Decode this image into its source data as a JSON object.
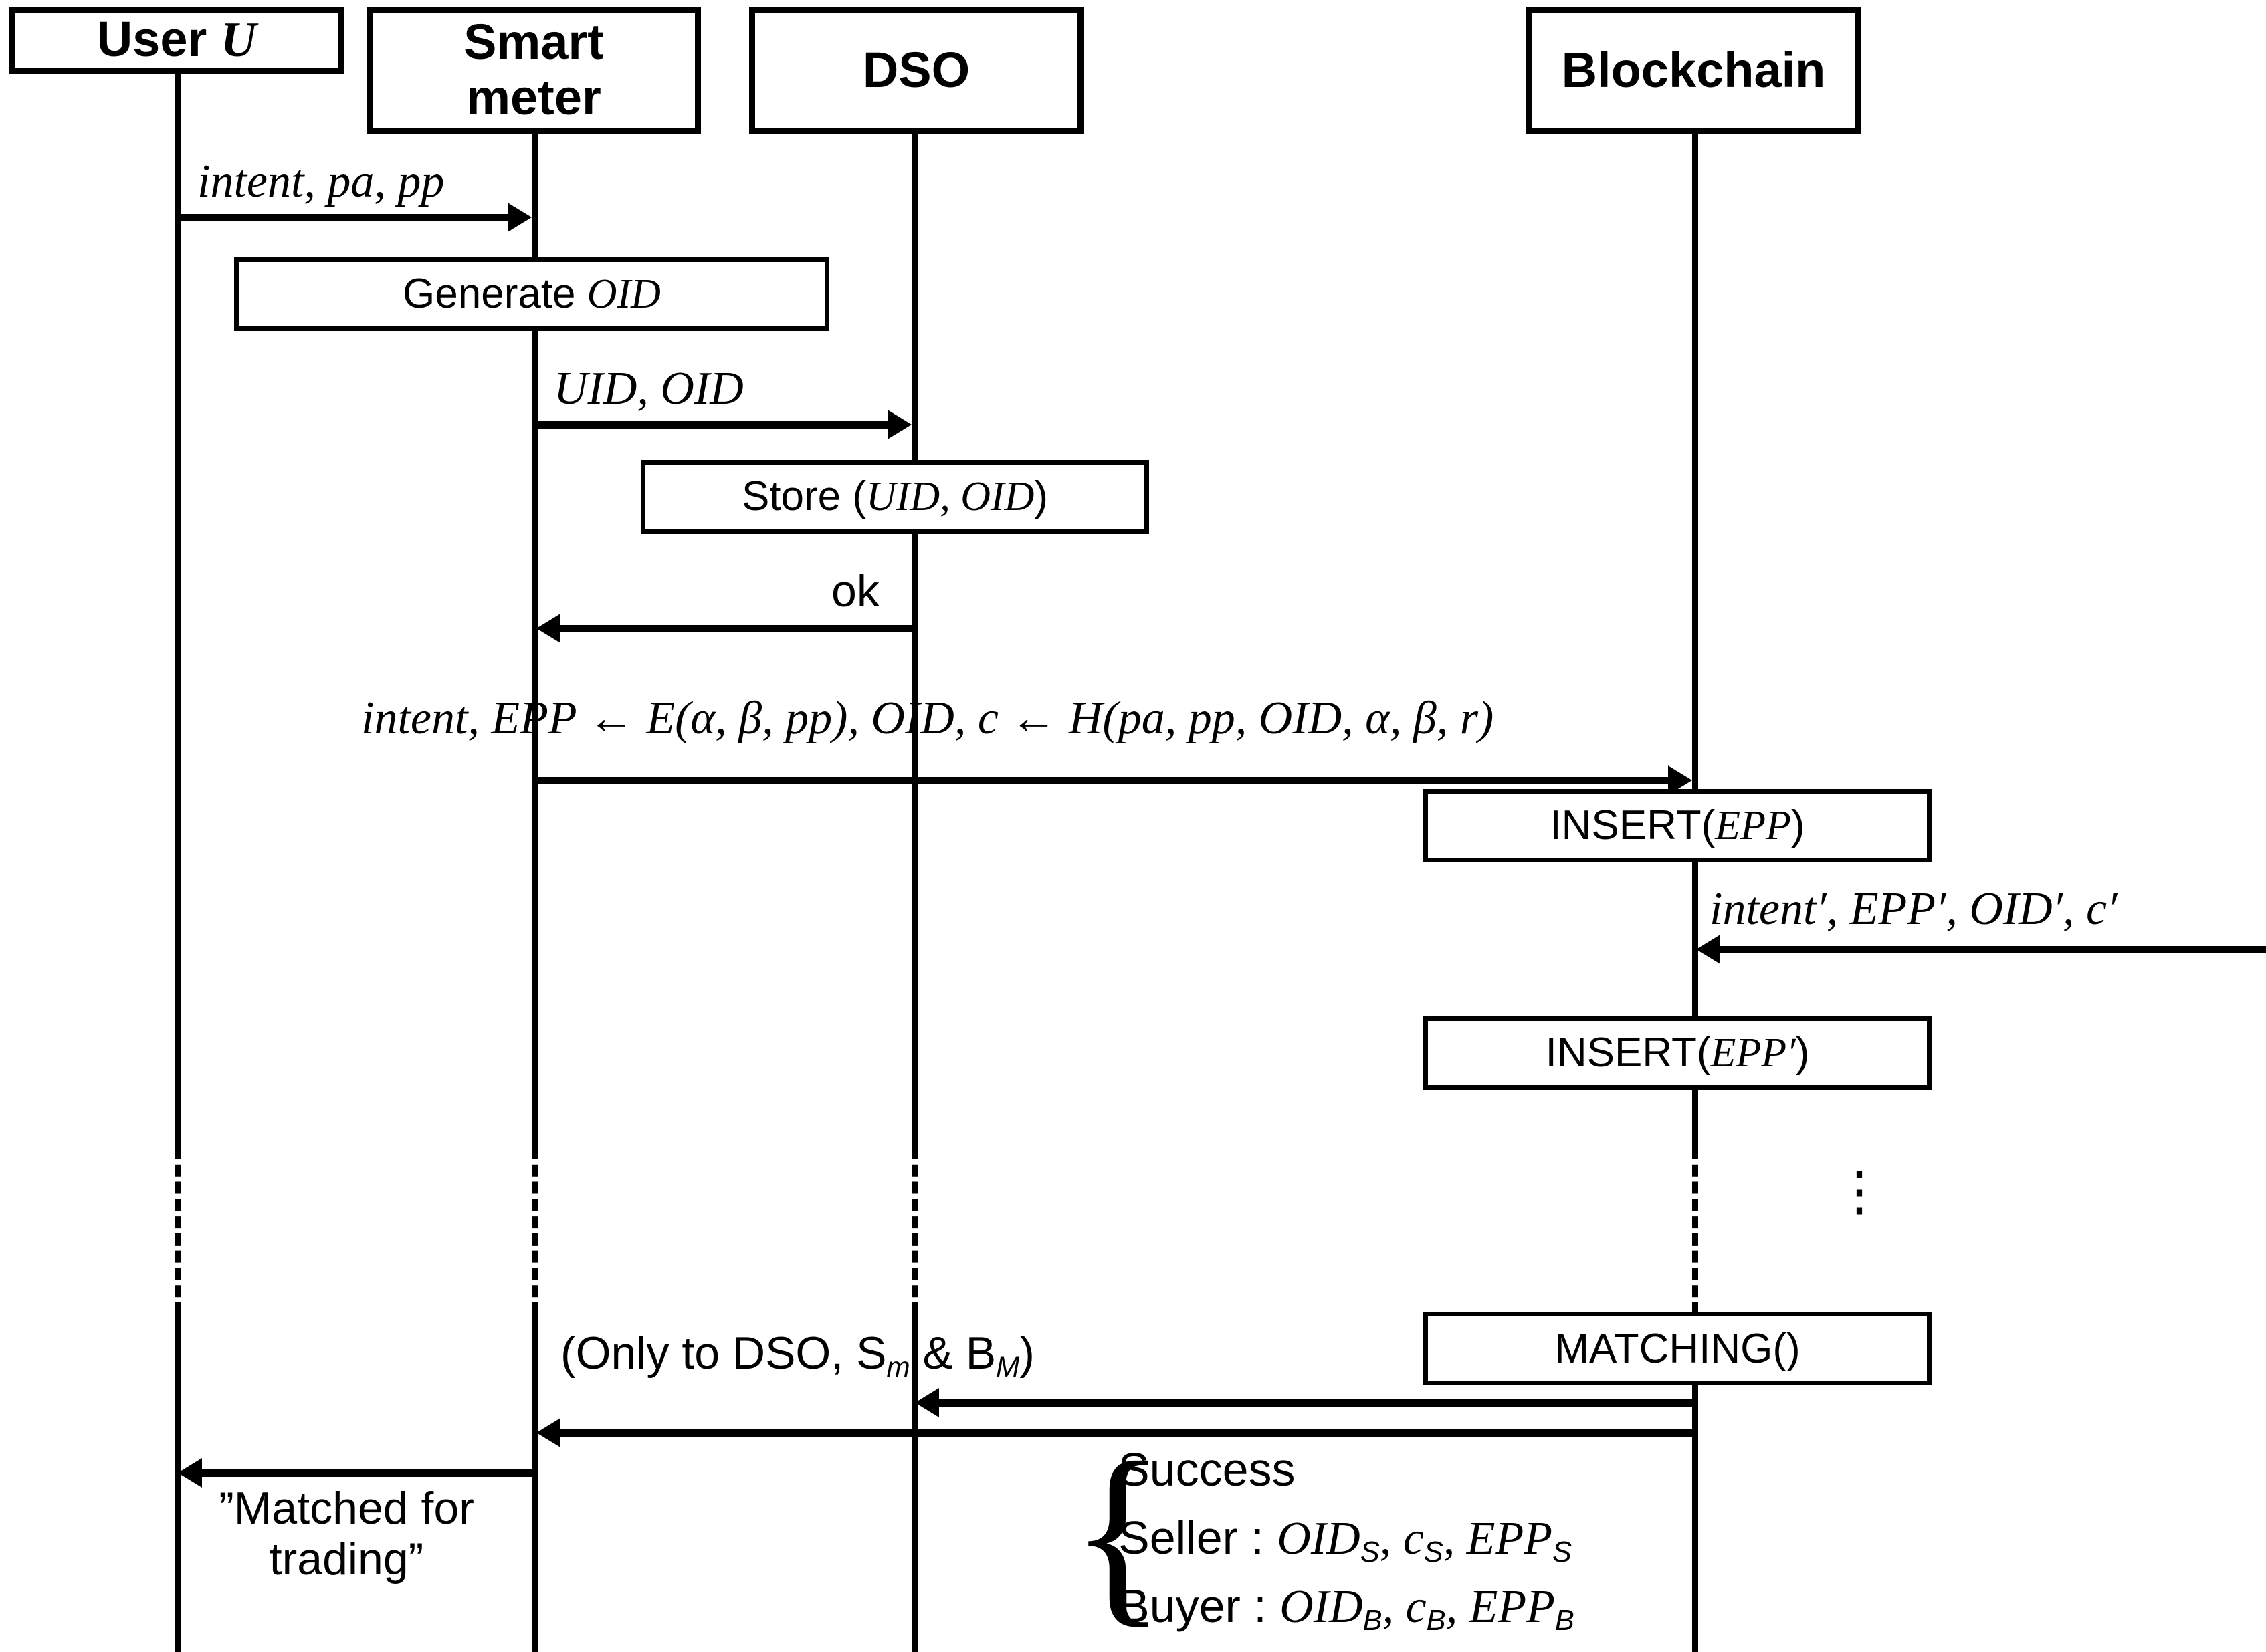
{
  "diagram": {
    "title": "Energy trading sequence diagram",
    "ink_color": "#000000",
    "background": "#ffffff"
  },
  "participants": [
    {
      "id": "user",
      "name": "User U",
      "label_plain": "User ",
      "label_italic": "U"
    },
    {
      "id": "smart_meter",
      "name": "Smart meter",
      "line1": "Smart",
      "line2": "meter"
    },
    {
      "id": "dso",
      "name": "DSO",
      "label_plain": "DSO"
    },
    {
      "id": "blockchain",
      "name": "Blockchain",
      "label_plain": "Blockchain"
    }
  ],
  "messages": [
    {
      "id": "m1",
      "from": "user",
      "to": "smart_meter",
      "label": "intent, pa, pp",
      "direction": "right"
    },
    {
      "id": "m2",
      "from": "smart_meter",
      "to": "dso",
      "label": "UID, OID",
      "direction": "right"
    },
    {
      "id": "m3",
      "from": "dso",
      "to": "smart_meter",
      "label": "ok",
      "direction": "left"
    },
    {
      "id": "m4",
      "from": "smart_meter",
      "to": "blockchain",
      "label": "intent, EPP ← E(α, β, pp), OID, c ← H(pa, pp, OID, α, β, r)",
      "direction": "right"
    },
    {
      "id": "m5",
      "from": "external",
      "to": "blockchain",
      "label": "intent′, EPP′, OID′,  c′",
      "direction": "left"
    },
    {
      "id": "m6",
      "from": "blockchain",
      "to": "dso",
      "label": "(Only to DSO, S_m & B_M)",
      "direction": "left"
    },
    {
      "id": "m7",
      "from": "blockchain",
      "to": "smart_meter",
      "label": "",
      "direction": "left"
    },
    {
      "id": "m8",
      "from": "smart_meter",
      "to": "user",
      "label": "”Matched for trading”",
      "direction": "left"
    }
  ],
  "action_boxes": [
    {
      "id": "a1",
      "on": "smart_meter",
      "label_plain": "Generate ",
      "label_italic": "OID"
    },
    {
      "id": "a2",
      "on": "dso",
      "label_plain": "Store (",
      "label_italic": "UID, OID",
      "label_tail": ")"
    },
    {
      "id": "a3",
      "on": "blockchain",
      "label_plain": "INSERT(",
      "label_italic": "EPP",
      "label_tail": ")"
    },
    {
      "id": "a4",
      "on": "blockchain",
      "label_plain": "INSERT(",
      "label_italic": "EPP′",
      "label_tail": ")"
    },
    {
      "id": "a5",
      "on": "blockchain",
      "label_plain": "MATCHING()",
      "label_italic": "",
      "label_tail": ""
    }
  ],
  "labels": {
    "m1": "intent, pa, pp",
    "m2": "UID, OID",
    "m3": "ok",
    "m4_part1": "intent, EPP ← E(α, β, pp), OID, c ← H(pa, pp, OID, α, β, r)",
    "m5": "intent′, EPP′, OID′,  c′",
    "m6_prefix": "(Only to DSO, S",
    "m6_sub1": "m",
    "m6_mid": " & B",
    "m6_sub2": "M",
    "m6_suffix": ")",
    "m8_line1": "”Matched for",
    "m8_line2": "trading”",
    "ellipsis": "⋮"
  },
  "result_block": {
    "brace": "{",
    "line1": "Success",
    "line2_plain": "Seller : ",
    "line2_math": "OID",
    "line2_sub1": "S",
    "line2_mid": ", c",
    "line2_sub2": "S",
    "line2_mid2": ", EPP",
    "line2_sub3": "S",
    "line3_plain": "Buyer : ",
    "line3_math": "OID",
    "line3_sub1": "B",
    "line3_mid": ", c",
    "line3_sub2": "B",
    "line3_mid2": ", EPP",
    "line3_sub3": "B"
  }
}
